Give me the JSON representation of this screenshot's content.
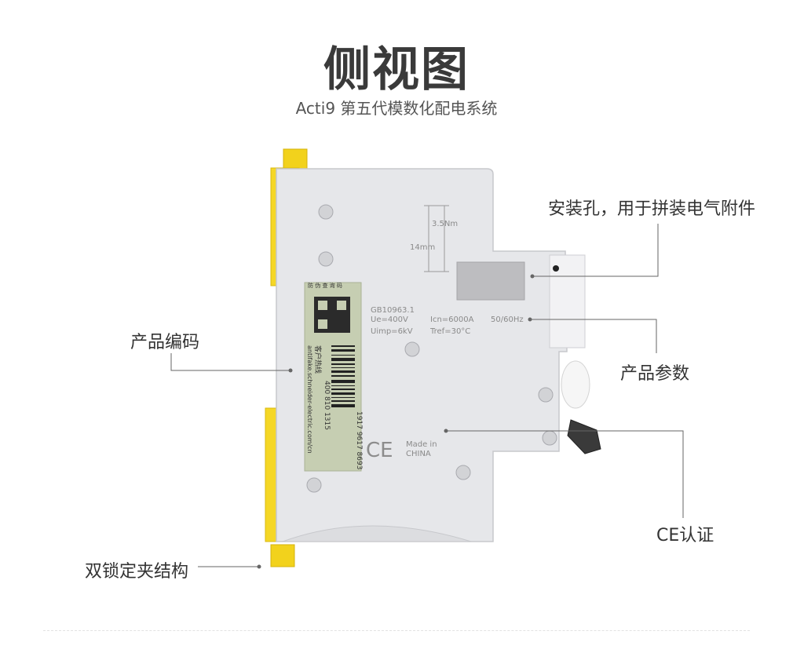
{
  "title": "侧视图",
  "subtitle": "Acti9 第五代模数化配电系统",
  "callouts": {
    "mounting_hole": "安装孔，用于拼装电气附件",
    "product_code": "产品编码",
    "product_params": "产品参数",
    "ce_cert": "CE认证",
    "double_lock": "双锁定夹结构"
  },
  "device_label": {
    "standard": "GB10963.1",
    "ue": "Ue=400V",
    "icn": "Icn=6000A",
    "freq": "50/60Hz",
    "uimp": "Uimp=6kV",
    "tref": "Tref=30°C",
    "made_in": "Made in",
    "country": "CHINA",
    "ce_mark": "CE",
    "torque": "3.5Nm",
    "strip_length": "14mm",
    "barcode_number": "1917 9617 8693",
    "hotline_label": "客户热线",
    "hotline_number": "400 810 1315",
    "website": "antifake.schneider-electric.com/cn",
    "sticker_header": "防 伪 查 询 码"
  }
}
